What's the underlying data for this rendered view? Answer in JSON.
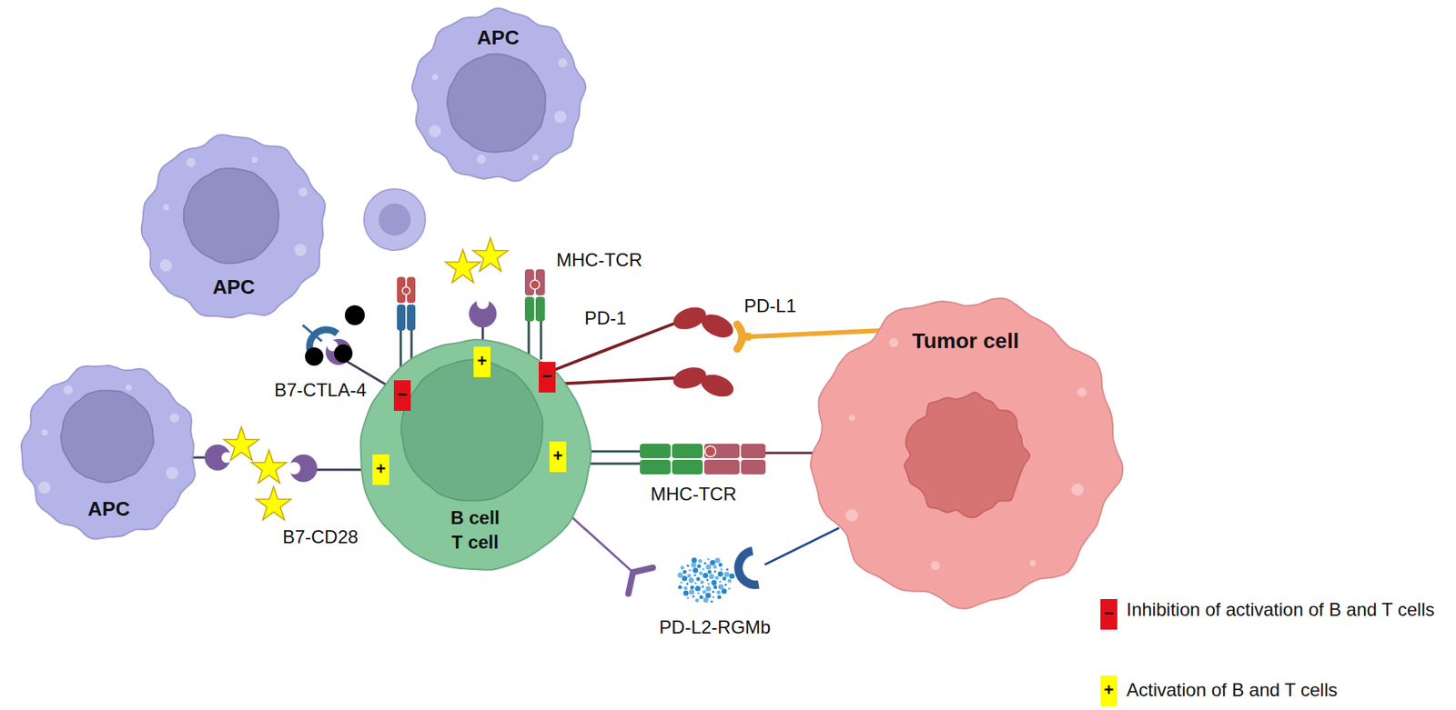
{
  "diagram": {
    "nodes": [
      {
        "text": [
          "APC"
        ]
      },
      {
        "text": [
          "APC"
        ]
      },
      {
        "text": [
          "APC"
        ]
      },
      {
        "text": [
          "B cell",
          "T cell"
        ]
      },
      {
        "text": [
          "Tumor cell"
        ]
      }
    ],
    "labels": [
      "MHC-TCR",
      "PD-1",
      "PD-L1",
      "B7-CTLA-4",
      "B7-CD28",
      "MHC-TCR",
      "PD-L2-RGMb",
      "+",
      "−",
      "−",
      "+",
      "+",
      "−",
      "+"
    ],
    "legend": [
      {
        "text": "Inhibition of activation of B and T cells",
        "color": "#e3101c"
      },
      {
        "text": "Activation of B and T cells",
        "color": "#ffff00"
      }
    ]
  }
}
